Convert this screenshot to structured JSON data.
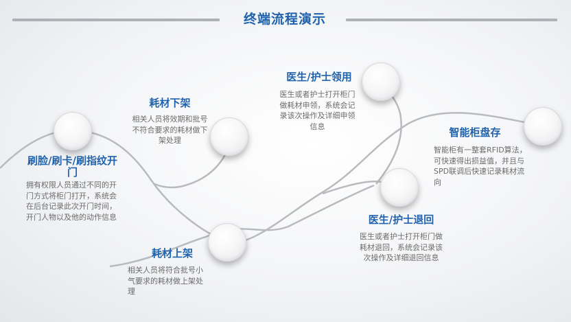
{
  "header": {
    "title": "终端流程演示"
  },
  "steps": [
    {
      "title": "刷脸/刷卡/刷指纹开门",
      "desc": "拥有权限人员通过不同的开门方式将柜门打开，系统会在后台记录此次开门时间，开门人物以及他的动作信息"
    },
    {
      "title": "耗材下架",
      "desc": "相关人员将效期和批号不符合要求的耗材做下架处理"
    },
    {
      "title": "耗材上架",
      "desc": "相关人员将符合批号小气要求的耗材做上架处理"
    },
    {
      "title": "医生/护士领用",
      "desc": "医生或者护士打开柜门做耗材申领，系统会记录该次操作及详细申领信息"
    },
    {
      "title": "医生/护士退回",
      "desc": "医生或者护士打开柜门做耗材退回，系统会记录该次操作及详细退回信息"
    },
    {
      "title": "智能柜盘存",
      "desc": "智能柜有一整套RFID算法，可快速得出损益值，并且与SPD联调后快速记录耗材流向"
    }
  ]
}
